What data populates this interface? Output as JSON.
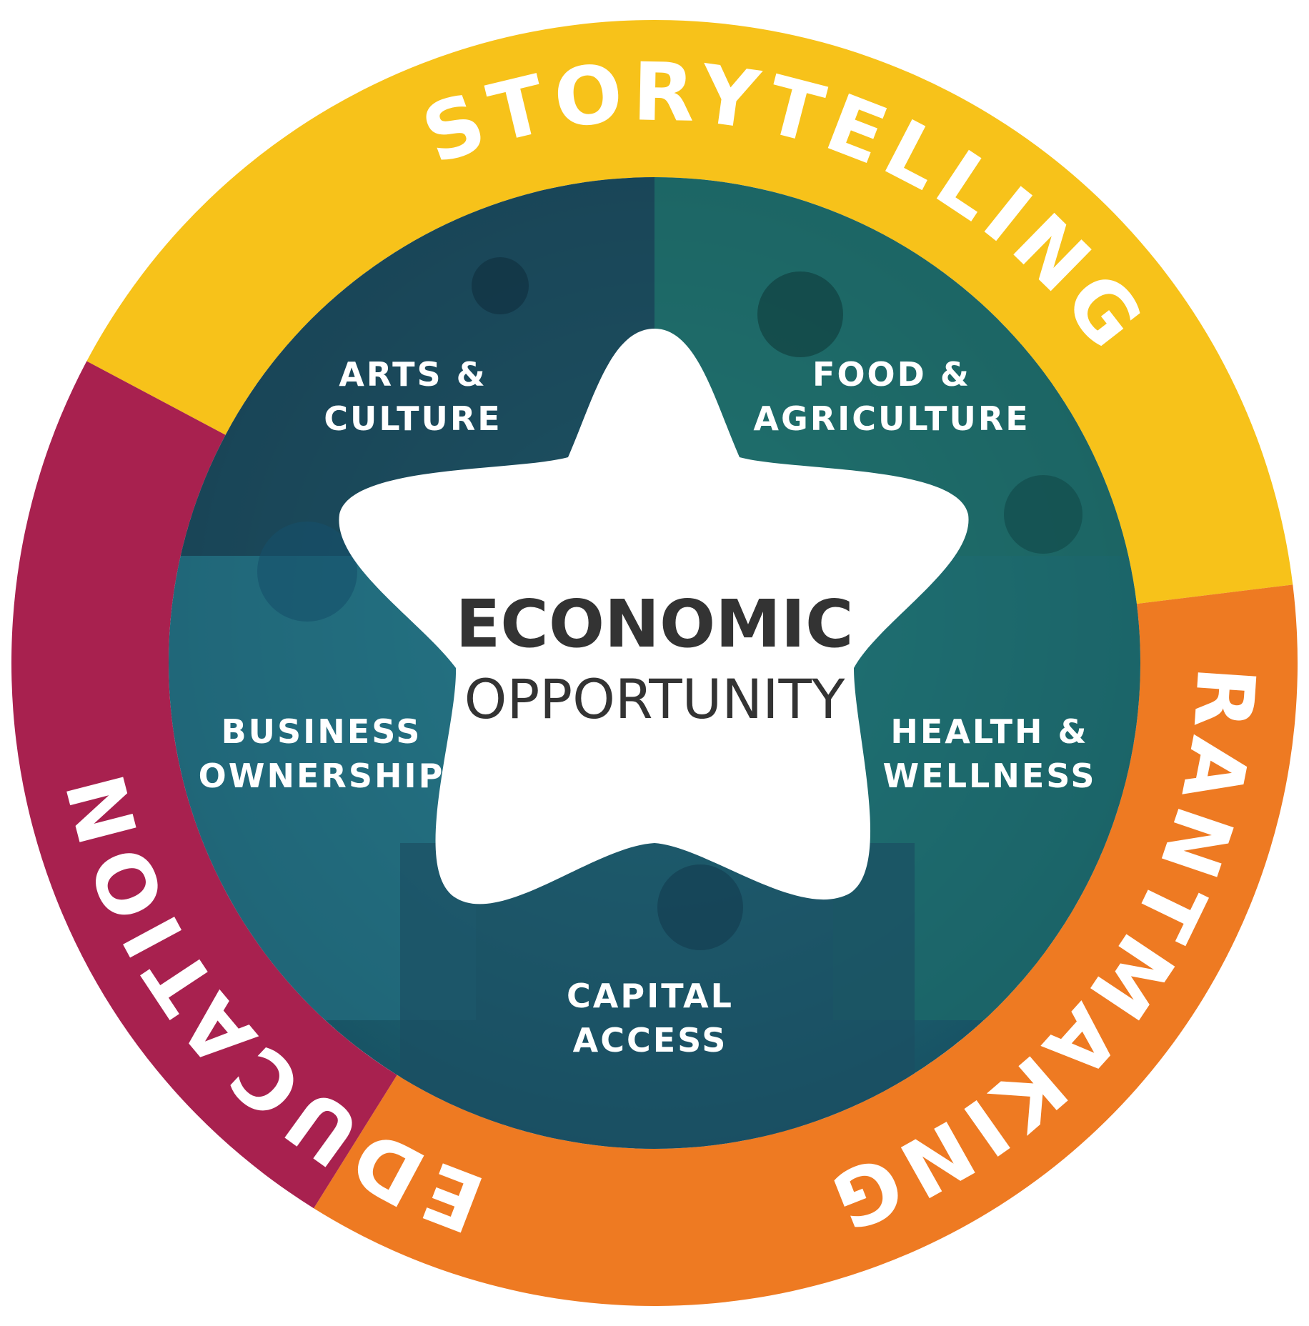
{
  "colors": {
    "storytelling": "#F7C21A",
    "grantmaking": "#EE7A22",
    "education": "#A8214F",
    "photo_tint": "#1E6E78",
    "photo_tint_dark": "#15495A",
    "center_fill": "#FFFFFF",
    "center_text": "#333333",
    "label_text": "#FFFFFF"
  },
  "ring": {
    "segments": [
      {
        "key": "storytelling",
        "label": "STORYTELLING",
        "color": "#F7C21A"
      },
      {
        "key": "grantmaking",
        "label": "GRANTMAKING",
        "color": "#EE7A22"
      },
      {
        "key": "education",
        "label": "EDUCATION",
        "color": "#A8214F"
      }
    ]
  },
  "areas": {
    "arts_culture": [
      "ARTS &",
      "CULTURE"
    ],
    "food_agriculture": [
      "FOOD &",
      "AGRICULTURE"
    ],
    "business_ownership": [
      "BUSINESS",
      "OWNERSHIP"
    ],
    "health_wellness": [
      "HEALTH &",
      "WELLNESS"
    ],
    "capital_access": [
      "CAPITAL",
      "ACCESS"
    ]
  },
  "center": {
    "title": "ECONOMIC",
    "subtitle": "OPPORTUNITY"
  }
}
